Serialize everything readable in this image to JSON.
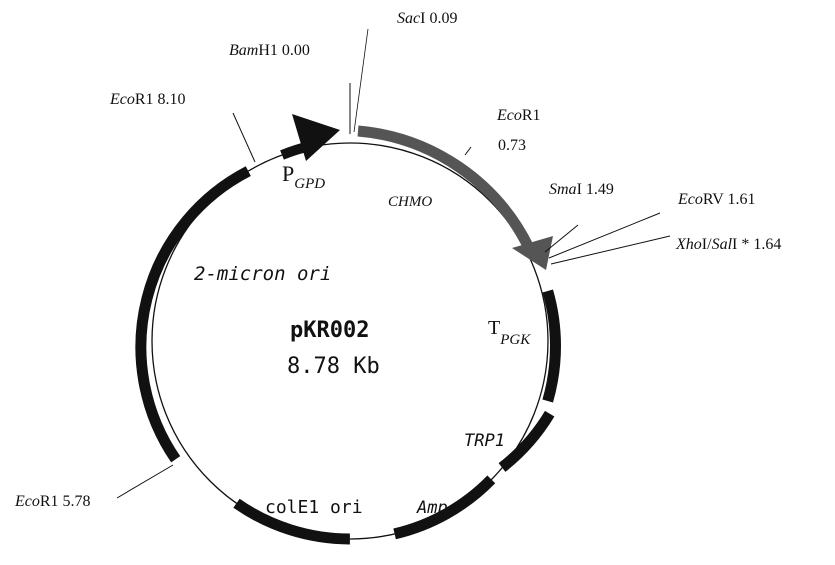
{
  "plasmid": {
    "name": "pKR002",
    "size": "8.78 Kb"
  },
  "features": {
    "pgpd_main": "P",
    "pgpd_sub": "GPD",
    "chmo": "CHMO",
    "tpgk_main": "T",
    "tpgk_sub": "PGK",
    "trp1": "TRP1",
    "amp": "Amp",
    "cole1": "colE1 ori",
    "micron": "2-micron ori"
  },
  "sites": {
    "bamh1": {
      "italic": "Bam",
      "rest": "H1 0.00"
    },
    "saci": {
      "italic": "Sac",
      "rest": "I 0.09"
    },
    "ecor1_top": {
      "italic": "Eco",
      "rest": "R1"
    },
    "ecor1_top_pos": "0.73",
    "smai": {
      "italic": "Sma",
      "rest": "I 1.49"
    },
    "ecorv": {
      "italic": "Eco",
      "rest": "RV 1.61"
    },
    "xhoisali": {
      "italic1": "Xho",
      "mid": "I/",
      "italic2": "Sal",
      "rest": "I * 1.64"
    },
    "ecor1_left": {
      "italic": "Eco",
      "rest": "R1 8.10"
    },
    "ecor1_bottom": {
      "italic": "Eco",
      "rest": "R1 5.78"
    }
  },
  "colors": {
    "line": "#111111",
    "arrow": "#555555"
  }
}
